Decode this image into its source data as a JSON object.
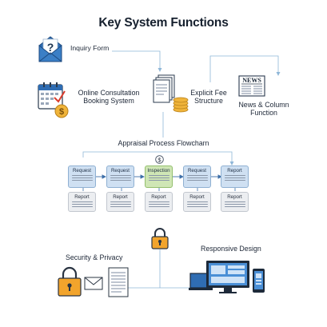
{
  "title": "Key System Functions",
  "features": {
    "inquiry_form": "Inquiry Form",
    "booking_line1": "Online Consultation",
    "booking_line2": "Booking System",
    "fee_line1": "Explicit Fee",
    "fee_line2": "Structure",
    "news_line1": "News & Column",
    "news_line2": "Function",
    "newspaper_masthead": "NEWS"
  },
  "flowchart": {
    "title": "Appraisal Process Flowcharn",
    "top_steps": [
      "Request",
      "Request",
      "Inspection",
      "Request",
      "Report"
    ],
    "bottom_steps": [
      "Report",
      "Report",
      "Report",
      "Report",
      "Report"
    ],
    "fee_symbol": "$"
  },
  "security": {
    "label": "Security & Privacy"
  },
  "responsive": {
    "label": "Responsive Design"
  },
  "colors": {
    "accent_blue": "#2b6cb0",
    "box_blue": "#cfe0f2",
    "box_green": "#cfe6b5",
    "coin_gold": "#f0b43a",
    "lock_orange": "#f2a42c"
  },
  "icons": [
    "envelope-question-icon",
    "calendar-icon",
    "dollar-coin-icon",
    "document-stack-icon",
    "coin-stack-icon",
    "newspaper-icon",
    "lock-icon",
    "laptop-icon",
    "phone-icon",
    "monitor-icon",
    "tablet-icon"
  ]
}
